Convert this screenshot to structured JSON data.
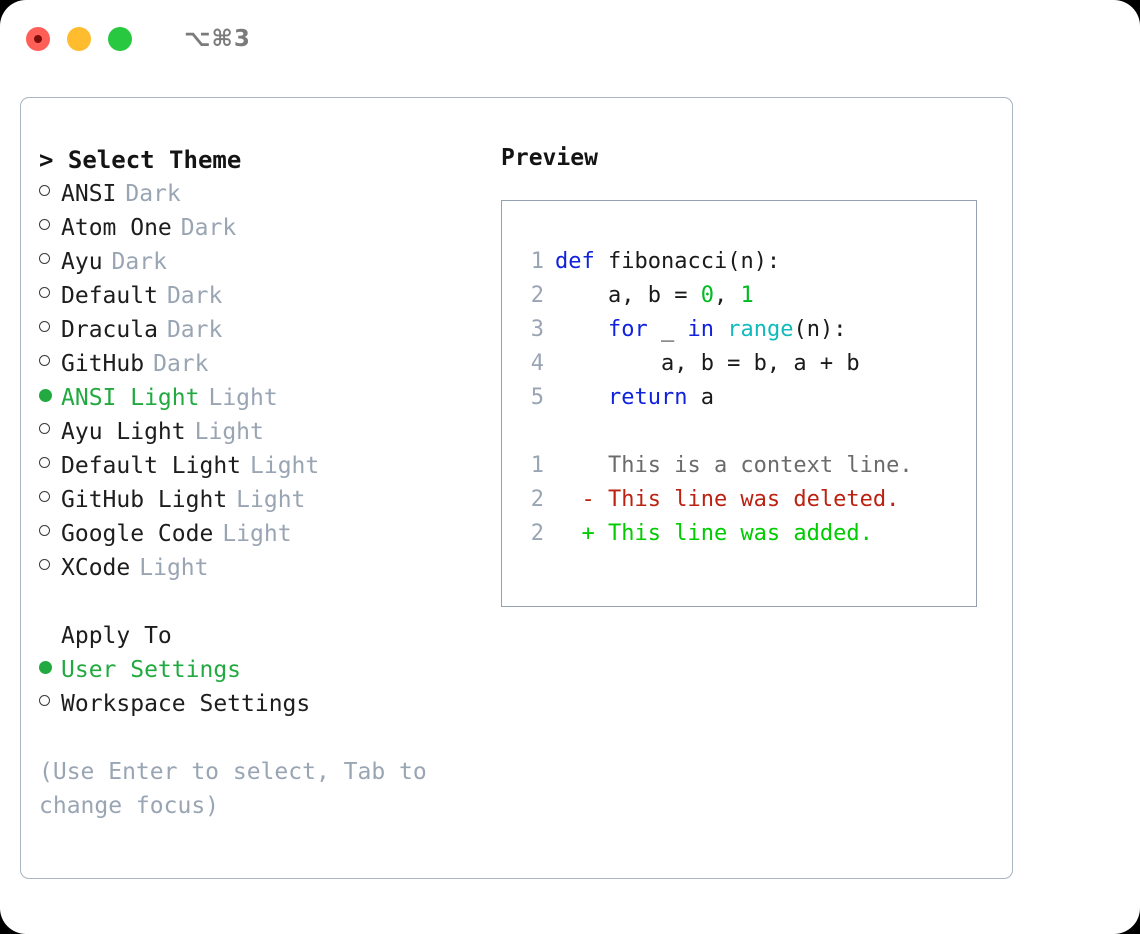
{
  "titlebar": {
    "shortcut": "⌥⌘3",
    "lights": [
      {
        "name": "close",
        "color": "#ff5f57"
      },
      {
        "name": "minimize",
        "color": "#febc2e"
      },
      {
        "name": "maximize",
        "color": "#28c840"
      }
    ]
  },
  "theme_picker": {
    "heading": "> Select Theme",
    "options": [
      {
        "label": "ANSI",
        "kind": "Dark",
        "selected": false
      },
      {
        "label": "Atom One",
        "kind": "Dark",
        "selected": false
      },
      {
        "label": "Ayu",
        "kind": "Dark",
        "selected": false
      },
      {
        "label": "Default",
        "kind": "Dark",
        "selected": false
      },
      {
        "label": "Dracula",
        "kind": "Dark",
        "selected": false
      },
      {
        "label": "GitHub",
        "kind": "Dark",
        "selected": false
      },
      {
        "label": "ANSI Light",
        "kind": "Light",
        "selected": true
      },
      {
        "label": "Ayu Light",
        "kind": "Light",
        "selected": false
      },
      {
        "label": "Default Light",
        "kind": "Light",
        "selected": false
      },
      {
        "label": "GitHub Light",
        "kind": "Light",
        "selected": false
      },
      {
        "label": "Google Code",
        "kind": "Light",
        "selected": false
      },
      {
        "label": "XCode",
        "kind": "Light",
        "selected": false
      }
    ]
  },
  "apply_to": {
    "heading": "Apply To",
    "options": [
      {
        "label": "User Settings",
        "selected": true
      },
      {
        "label": "Workspace Settings",
        "selected": false
      }
    ]
  },
  "hint": "(Use Enter to select, Tab to change focus)",
  "preview": {
    "title": "Preview",
    "code_lines": [
      {
        "no": "1",
        "segments": [
          {
            "t": "def",
            "c": "kw"
          },
          {
            "t": " fibonacci(n):",
            "c": ""
          }
        ]
      },
      {
        "no": "2",
        "segments": [
          {
            "t": "    a, b = ",
            "c": ""
          },
          {
            "t": "0",
            "c": "num"
          },
          {
            "t": ", ",
            "c": ""
          },
          {
            "t": "1",
            "c": "num"
          }
        ]
      },
      {
        "no": "3",
        "segments": [
          {
            "t": "    ",
            "c": ""
          },
          {
            "t": "for",
            "c": "kw"
          },
          {
            "t": " _ ",
            "c": ""
          },
          {
            "t": "in",
            "c": "kw"
          },
          {
            "t": " ",
            "c": ""
          },
          {
            "t": "range",
            "c": "fn"
          },
          {
            "t": "(n):",
            "c": ""
          }
        ]
      },
      {
        "no": "4",
        "segments": [
          {
            "t": "        a, b = b, a + b",
            "c": ""
          }
        ]
      },
      {
        "no": "5",
        "segments": [
          {
            "t": "    ",
            "c": ""
          },
          {
            "t": "return",
            "c": "kw"
          },
          {
            "t": " a",
            "c": ""
          }
        ]
      }
    ],
    "diff_lines": [
      {
        "no": "1",
        "marker": " ",
        "text": " This is a context line.",
        "kind": "ctx"
      },
      {
        "no": "2",
        "marker": "-",
        "text": " This line was deleted.",
        "kind": "del"
      },
      {
        "no": "2",
        "marker": "+",
        "text": " This line was added.",
        "kind": "add"
      }
    ]
  },
  "colors": {
    "accent_green": "#22aa41",
    "muted": "#9aa5b4",
    "keyword_blue": "#1122dd",
    "function_cyan": "#11bbbb",
    "number_green": "#00bb22",
    "diff_add_green": "#00cc00",
    "diff_del_red": "#bb2211",
    "border": "#aab4c2"
  }
}
